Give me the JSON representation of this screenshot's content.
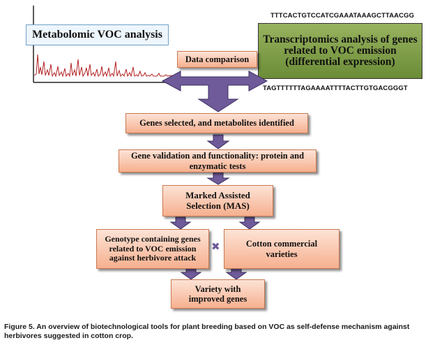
{
  "diagram": {
    "voc_title": "Metabolomic VOC analysis",
    "transcriptomics": "Transcriptomics analysis of genes related to VOC emission (differential expression)",
    "seq_top": "TTTCACTGTCCATCGAAATAAAGCTTAACGG",
    "seq_bottom": "TAGTTTTTTAGAAAATTTTACTTGTGACGGGT",
    "data_comparison": "Data comparison",
    "genes_selected": "Genes selected, and metabolites identified",
    "gene_validation": "Gene validation and functionality: protein and enzymatic tests",
    "mas": "Marked Assisted Selection (MAS)",
    "genotype": "Genotype containing genes related to VOC emission against herbivore attack",
    "cross_symbol": "✖",
    "cotton": "Cotton commercial varieties",
    "variety": "Variety with improved genes"
  },
  "caption": {
    "label": "Figure 5.",
    "text": "An overview of biotechnological tools for plant breeding based on VOC as self-defense mechanism against herbivores suggested in cotton crop."
  },
  "colors": {
    "arrow": "#6f5a9a",
    "box_fill": "#f6b08f",
    "transcript_fill": "#7d9a45",
    "chromatogram": "#b22222"
  }
}
